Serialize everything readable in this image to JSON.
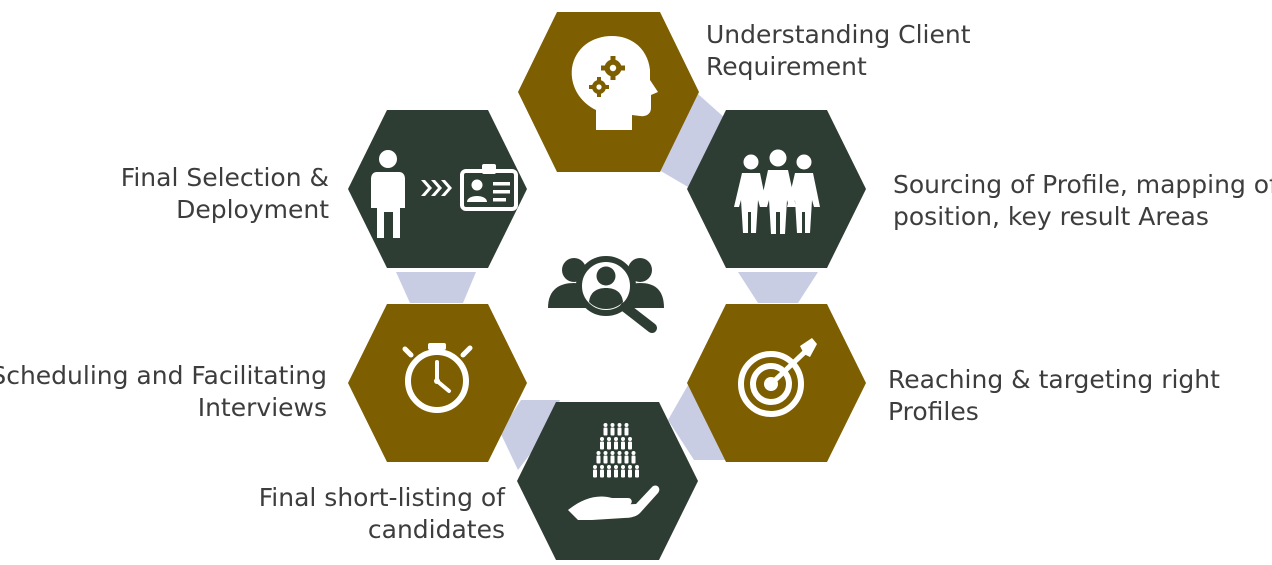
{
  "colors": {
    "olive": "#7d5e00",
    "dark": "#2e3d33",
    "connector": "#c9cde4",
    "icon": "#ffffff",
    "center_icon": "#2e3d33",
    "text": "#3d3d3d"
  },
  "steps": [
    {
      "id": "understanding",
      "icon": "head-gears-icon",
      "color": "olive",
      "lines": [
        "Understanding Client",
        "Requirement"
      ]
    },
    {
      "id": "sourcing",
      "icon": "group-people-icon",
      "color": "dark",
      "lines": [
        "Sourcing of Profile, mapping of",
        "position, key result Areas"
      ]
    },
    {
      "id": "reaching",
      "icon": "target-icon",
      "color": "olive",
      "lines": [
        "Reaching & targeting right",
        "Profiles"
      ]
    },
    {
      "id": "shortlisting",
      "icon": "hand-people-pyramid-icon",
      "color": "dark",
      "lines": [
        "Final short-listing of",
        "candidates"
      ]
    },
    {
      "id": "scheduling",
      "icon": "stopwatch-icon",
      "color": "olive",
      "lines": [
        "Scheduling and Facilitating",
        "Interviews"
      ]
    },
    {
      "id": "selection",
      "icon": "person-to-id-card-icon",
      "color": "dark",
      "lines": [
        "Final Selection &",
        "Deployment"
      ]
    }
  ],
  "center": {
    "icon": "people-magnifier-icon"
  }
}
